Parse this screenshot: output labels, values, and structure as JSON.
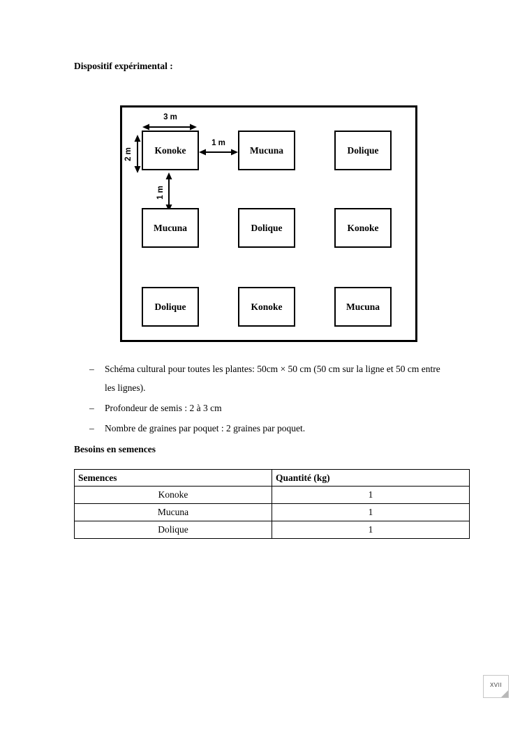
{
  "page": {
    "title": "Dispositif expérimental :",
    "section2_title": "Besoins en semences"
  },
  "diagram": {
    "grid": [
      [
        "Konoke",
        "Mucuna",
        "Dolique"
      ],
      [
        "Mucuna",
        "Dolique",
        "Konoke"
      ],
      [
        "Dolique",
        "Konoke",
        "Mucuna"
      ]
    ],
    "dimensions": {
      "plot_width": "3 m",
      "plot_height": "2 m",
      "col_gap": "1 m",
      "row_gap": "1 m"
    }
  },
  "bullet_marker": "–",
  "bullets": [
    {
      "lines": [
        "Schéma cultural pour toutes les plantes: 50cm × 50 cm (50 cm sur la ligne et 50 cm entre",
        "les lignes)."
      ]
    },
    {
      "lines": [
        "Profondeur de semis : 2 à 3 cm"
      ]
    },
    {
      "lines": [
        "Nombre de graines par poquet : 2 graines par poquet."
      ]
    }
  ],
  "table": {
    "headers": [
      "Semences",
      "Quantité (kg)"
    ],
    "rows": [
      [
        "Konoke",
        "1"
      ],
      [
        "Mucuna",
        "1"
      ],
      [
        "Dolique",
        "1"
      ]
    ]
  },
  "footer": {
    "page_label": "XVII"
  }
}
